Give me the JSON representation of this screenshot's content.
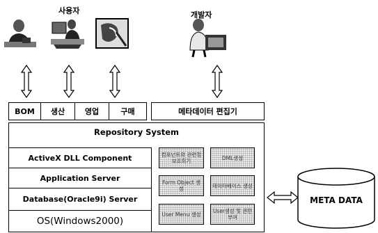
{
  "users_label": "사용자",
  "developer_label": "개발자",
  "modules": [
    "BOM",
    "생산",
    "영업",
    "구매"
  ],
  "editor_label": "메타데이터 편집기",
  "repository_label": "Repository System",
  "layers": [
    "ActiveX DLL Component",
    "Application Server",
    "Database(Oracle9i) Server",
    "OS(Windows2000)"
  ],
  "tools": [
    "컴포넌트와 관련정보조회기",
    "DML생성",
    "Form Object 생성",
    "데이터베이스 생성",
    "User Menu 생성",
    "User생성 및 권한부여"
  ],
  "meta_label": "META DATA"
}
